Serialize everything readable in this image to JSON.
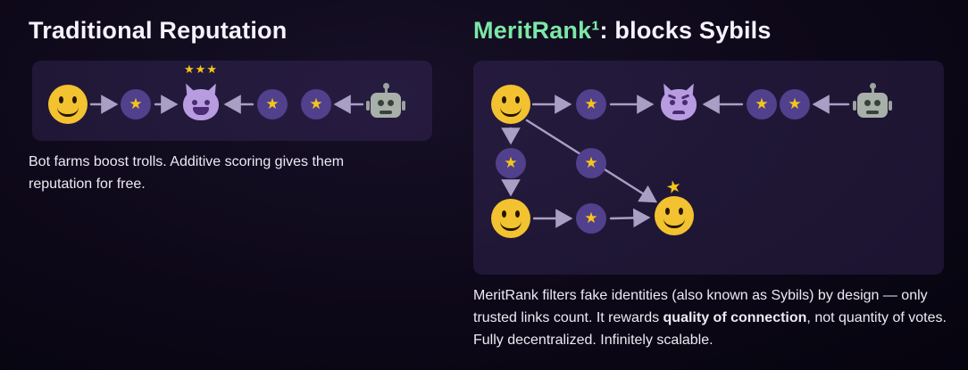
{
  "colors": {
    "background": "#0d0818",
    "panel_purple": "#261c3e",
    "accent_green": "#7CE8A6",
    "star_gold": "#F5C51B",
    "node_purple": "#51408C",
    "arrow_gray": "#A89FC4",
    "smiley_yellow": "#F2C230",
    "devil_lavender": "#B79CE0"
  },
  "left": {
    "title": "Traditional Reputation",
    "caption": "Bot farms boost trolls. Additive scoring gives them reputation for free.",
    "triple_stars": "★★★"
  },
  "right": {
    "title_accent": "MeritRank¹",
    "title_rest": ": blocks Sybils",
    "caption_before": "MeritRank filters fake identities (also known as Sybils) by design — only trusted links count. It rewards ",
    "caption_bold": "quality of connection",
    "caption_after": ", not quantity of votes. Fully decentralized. Infinitely scalable."
  },
  "glyphs": {
    "star": "★",
    "crown_star": "★"
  }
}
